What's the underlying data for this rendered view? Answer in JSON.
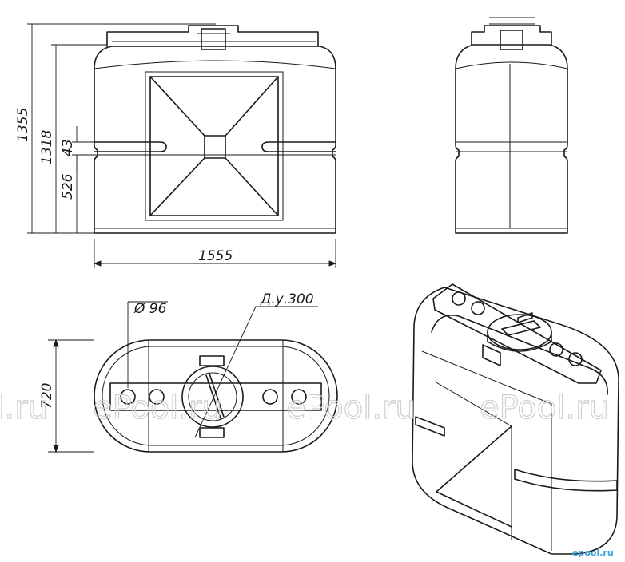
{
  "dimensions": {
    "height_total": "1355",
    "height_body": "1318",
    "groove_gap": "43",
    "groove_height": "526",
    "length": "1555",
    "width": "720",
    "outlet_diameter": "Ø 96",
    "neck_label": "Д.у.300"
  },
  "watermark": {
    "text_1": "ol.ru",
    "text_2": "ePool.ru",
    "text_3": "ePool.ru",
    "text_4": "ePool.ru"
  },
  "brand": {
    "label": "epool.ru"
  },
  "colors": {
    "line": "#1a1a1a",
    "watermark": "#cfcfcf",
    "brand": "#3aa0d8"
  }
}
